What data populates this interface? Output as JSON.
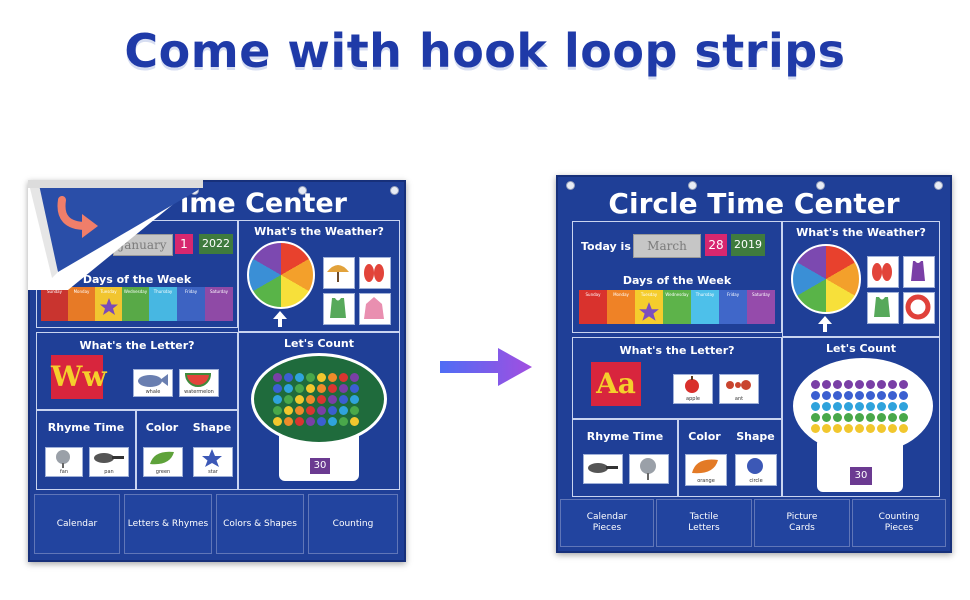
{
  "headline": "Come with hook loop strips",
  "left_chart": {
    "title": "ime Center",
    "month": "January",
    "date": "1",
    "year": "2022",
    "days_title": "Days of the Week",
    "days": [
      "Sunday",
      "Monday",
      "Tuesday",
      "Wednesday",
      "Thursday",
      "Friday",
      "Saturday"
    ],
    "weather_title": "What's the Weather?",
    "letter_title": "What's the Letter?",
    "letter": "Ww",
    "letter_cards": [
      "whale",
      "watermelon"
    ],
    "count_title": "Let's Count",
    "count_number": "30",
    "rhyme_title": "Rhyme Time",
    "rhyme_cards": [
      "fan",
      "pan"
    ],
    "color_title": "Color",
    "shape_title": "Shape",
    "color_card": "green",
    "shape_card": "star",
    "pockets": [
      "Calendar",
      "Letters & Rhymes",
      "Colors & Shapes",
      "Counting"
    ]
  },
  "right_chart": {
    "title": "Circle Time Center",
    "today_label": "Today is",
    "month": "March",
    "date": "28",
    "year": "2019",
    "days_title": "Days of the Week",
    "days": [
      "Sunday",
      "Monday",
      "Tuesday",
      "Wednesday",
      "Thursday",
      "Friday",
      "Saturday"
    ],
    "weather_title": "What's the Weather?",
    "letter_title": "What's the Letter?",
    "letter": "Aa",
    "letter_cards": [
      "apple",
      "ant"
    ],
    "count_title": "Let's Count",
    "count_number": "30",
    "rhyme_title": "Rhyme Time",
    "color_title": "Color",
    "shape_title": "Shape",
    "color_card": "orange",
    "shape_card": "circle",
    "pockets": [
      "Calendar Pieces",
      "Tactile Letters",
      "Picture Cards",
      "Counting Pieces"
    ]
  },
  "colors": {
    "headline": "#1f3aa8",
    "chart_blue": "#1f3f97",
    "arrow_start": "#4f6df5",
    "arrow_end": "#a24ee0"
  }
}
